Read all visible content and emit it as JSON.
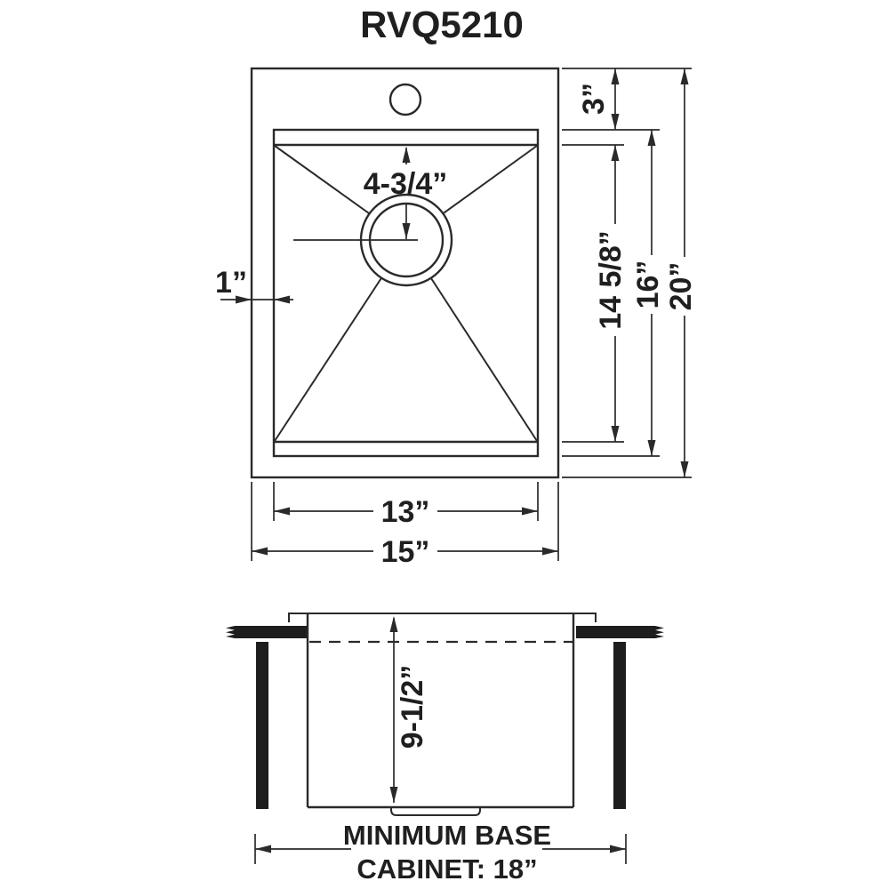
{
  "title": "RVQ5210",
  "colors": {
    "line": "#2a2a2a",
    "fill_solid": "#1d1d1d",
    "background": "#ffffff"
  },
  "top_view": {
    "name": "sink top view",
    "dimensions": {
      "rim_to_bowl_top": "3”",
      "drain_offset_from_bowl_top": "4-3/4”",
      "rim_side_inset": "1”",
      "bowl_inner_length": "14 5/8”",
      "bowl_outer_length": "16”",
      "overall_length": "20”",
      "bowl_width": "13”",
      "overall_width": "15”"
    }
  },
  "section_view": {
    "name": "sink side section view",
    "dimensions": {
      "bowl_depth": "9-1/2”"
    },
    "note_line1": "MINIMUM BASE",
    "note_line2": "CABINET: 18”"
  }
}
